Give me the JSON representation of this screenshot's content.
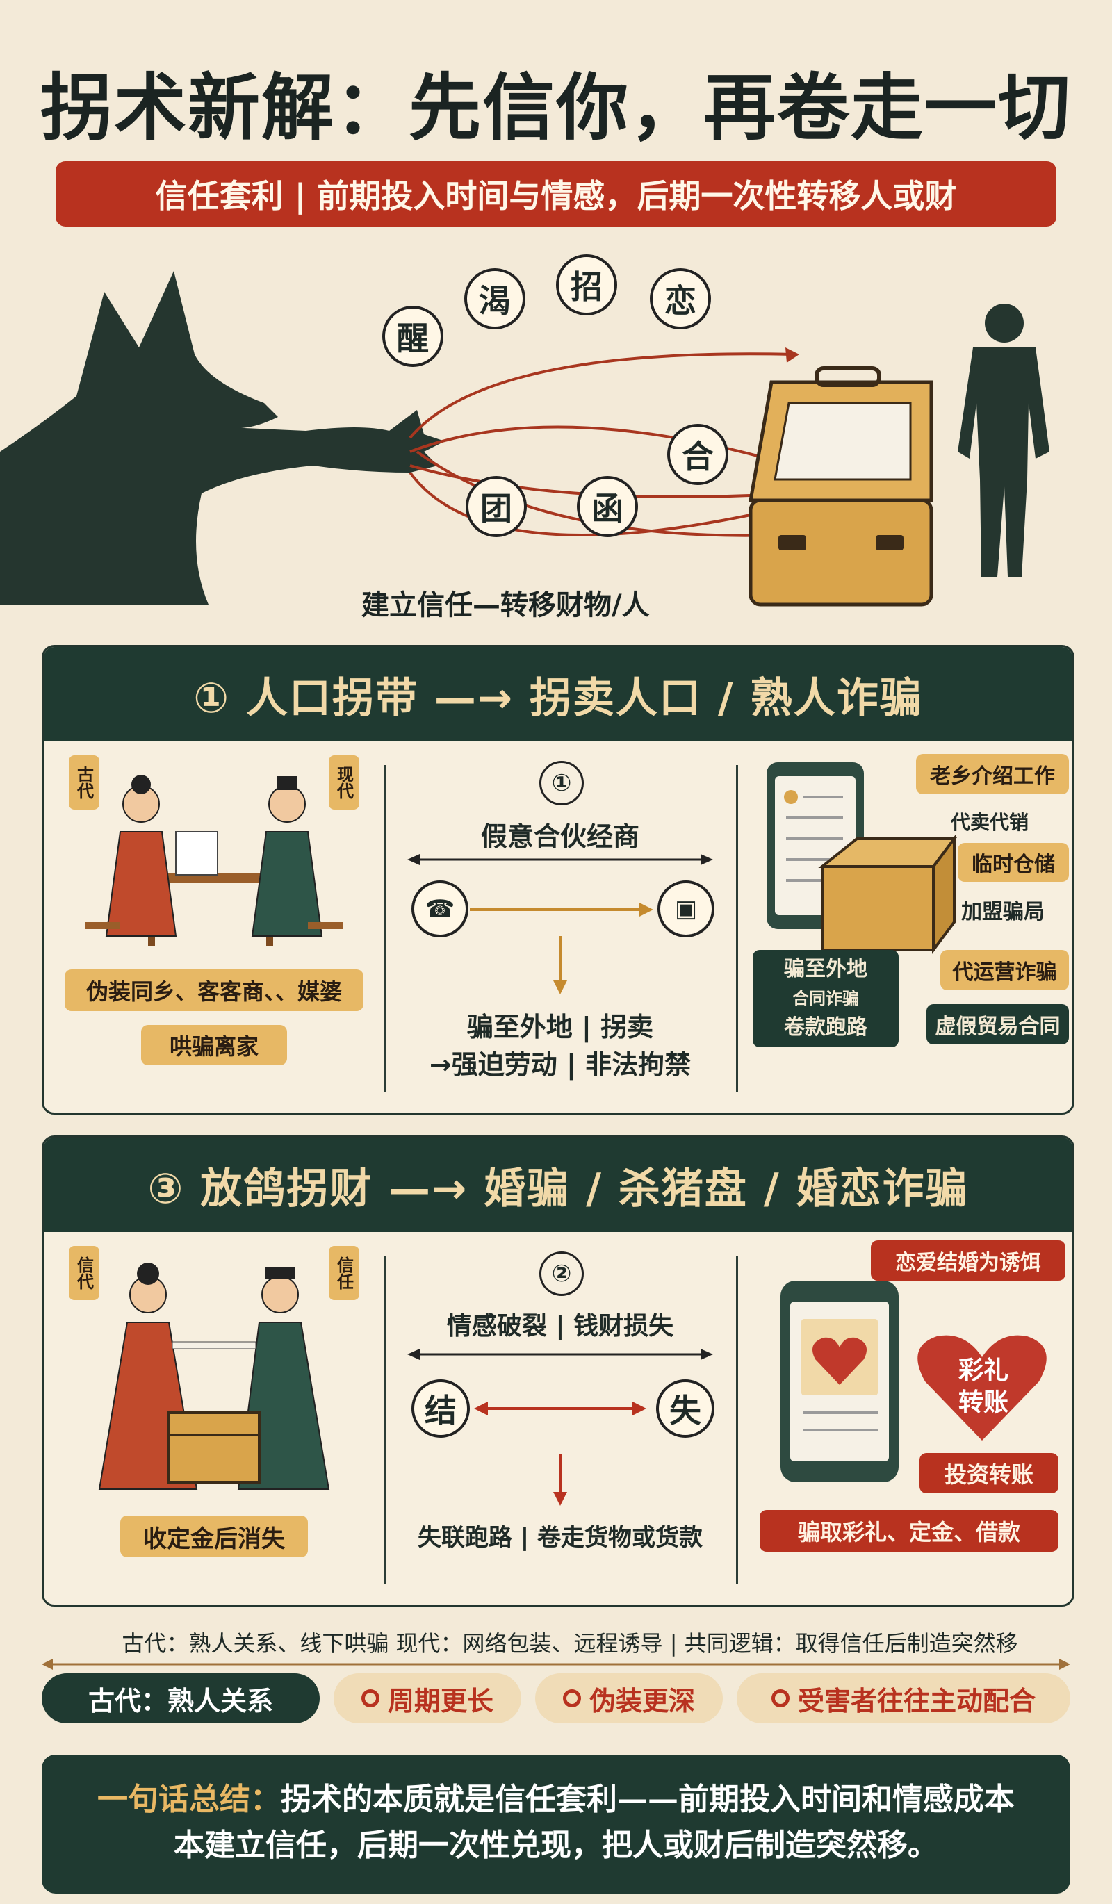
{
  "title": "拐术新解：先信你，再卷走一切",
  "subtitle": "信任套利 | 前期投入时间与情感，后期一次性转移人或财",
  "hero": {
    "caption": "建立信任—转移财物/人",
    "badges": [
      "醒",
      "渴",
      "招",
      "恋",
      "合",
      "团",
      "函"
    ]
  },
  "section1": {
    "heading": "① 人口拐带 —→ 拐卖人口 / 熟人诈骗",
    "left": {
      "tag_left": "古代",
      "tag_right": "现代",
      "role_tags": [
        "伪装同乡、客客商、、媒婆",
        "哄骗离家"
      ]
    },
    "mid": {
      "num": "①",
      "label": "假意合伙经商",
      "result_line1": "骗至外地 | 拐卖",
      "result_line2": "→强迫劳动 | 非法拘禁"
    },
    "right": {
      "tags": [
        "老乡介绍工作",
        "代卖代销",
        "临时仓储",
        "加盟骗局",
        "代运营诈骗",
        "虚假贸易合同"
      ],
      "dark_box": [
        "骗至外地",
        "合同诈骗",
        "卷款跑路"
      ]
    }
  },
  "section2": {
    "heading": "③ 放鸽拐财 —→ 婚骗 / 杀猪盘 / 婚恋诈骗",
    "left": {
      "tag_left": "信代",
      "tag_right": "信任",
      "role_tag": "收定金后消失"
    },
    "mid": {
      "num": "②",
      "label": "情感破裂 | 钱财损失",
      "circle_left": "结",
      "circle_right": "失",
      "result": "失联跑路 | 卷走货物或货款"
    },
    "right": {
      "top_tag": "恋爱结婚为诱饵",
      "heart_text": [
        "彩礼",
        "转账"
      ],
      "mid_tag": "投资转账",
      "bottom_tag": "骗取彩礼、定金、借款"
    }
  },
  "compare": "古代：熟人关系、线下哄骗 现代：网络包装、远程诱导 | 共同逻辑：取得信任后制造突然移",
  "pills": [
    "古代：熟人关系",
    "周期更长",
    "伪装更深",
    "受害者往往主动配合"
  ],
  "summary": {
    "lead": "一句话总结：",
    "line1_rest": "拐术的本质就是信任套利——前期投入时间和情感成本",
    "line2": "本建立信任，后期一次性兑现，把人或财后制造突然移。"
  },
  "colors": {
    "dark_green": "#1f3a31",
    "red": "#b8321f",
    "gold": "#e7b865",
    "bg": "#f3ead8"
  }
}
